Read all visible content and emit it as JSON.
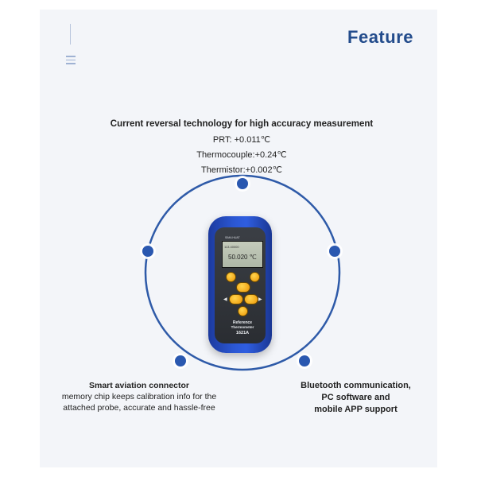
{
  "title": "Feature",
  "colors": {
    "accent": "#234c8c",
    "ring": "#2e5aa8",
    "node": "#2a58b0"
  },
  "features": {
    "top": {
      "heading": "Current reversal technology for high accuracy measurement",
      "lines": [
        "PRT: +0.011℃",
        "Thermocouple:+0.24℃",
        "Thermistor:+0.002℃"
      ]
    },
    "left": {
      "heading": "Smart aviation connector",
      "lines": [
        "memory chip keeps calibration info for the",
        "attached probe, accurate and hassle-free"
      ]
    },
    "right": {
      "lines": [
        "Bluetooth communication,",
        "PC software and",
        "mobile APP support"
      ]
    }
  },
  "device": {
    "brand": "SIMA HUAT",
    "screen_small": "113.40000",
    "screen_value": "50.020 ℃",
    "label_line1": "Reference",
    "label_line2": "Thermometer",
    "model": "1621A",
    "icons": [
      "power-icon",
      "sun-icon",
      "left-arrow-icon",
      "right-arrow-icon",
      "bluetooth-icon"
    ]
  }
}
